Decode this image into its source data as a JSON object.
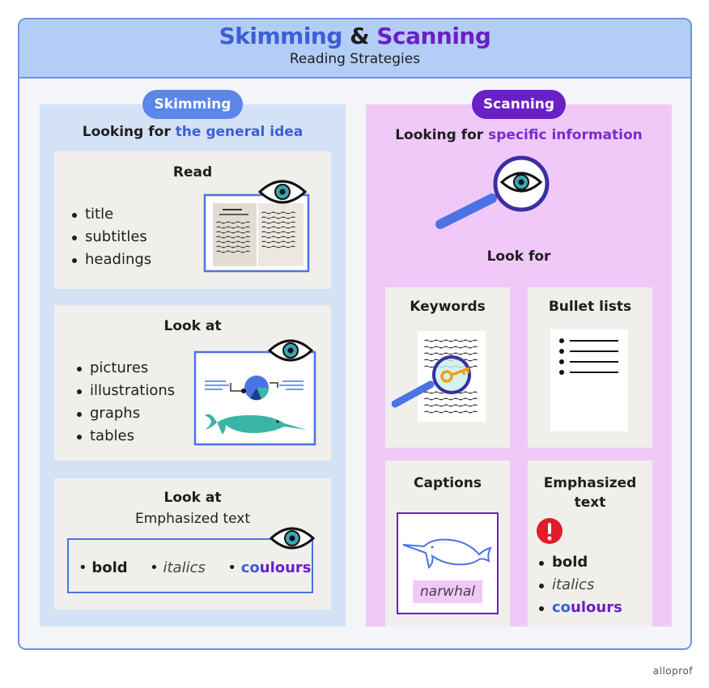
{
  "header": {
    "title_part1": "Skimming",
    "title_amp": "&",
    "title_part2": "Scanning",
    "subtitle": "Reading Strategies"
  },
  "skimming": {
    "pill": "Skimming",
    "subhead_prefix": "Looking for",
    "subhead_highlight": "the general idea",
    "read_card": {
      "title": "Read",
      "items": [
        "title",
        "subtitles",
        "headings"
      ]
    },
    "look_card": {
      "title": "Look at",
      "items": [
        "pictures",
        "illustrations",
        "graphs",
        "tables"
      ]
    },
    "emph_card": {
      "title": "Look at",
      "subtitle": "Emphasized text",
      "bold": "bold",
      "italics": "italics",
      "colours_a": "co",
      "colours_b": "ulours"
    }
  },
  "scanning": {
    "pill": "Scanning",
    "subhead_prefix": "Looking for",
    "subhead_highlight": "specific information",
    "look_for": "Look for",
    "keywords": "Keywords",
    "bullet_lists": "Bullet lists",
    "captions": "Captions",
    "caption_example": "narwhal",
    "emph_title_1": "Emphasized",
    "emph_title_2": "text",
    "bold": "bold",
    "italics": "italics",
    "colours_a": "co",
    "colours_b": "ulours"
  },
  "brand": "alloprof",
  "colors": {
    "blue_accent": "#3c5fd6",
    "purple_accent": "#6a1fc7",
    "header_bg": "#b4cdf7",
    "skimming_bg": "#d4e2f5",
    "scanning_bg": "#f0c9f9",
    "card_bg": "#f1efeb",
    "alert_red": "#e11d2a"
  },
  "icons": [
    "eye-icon",
    "magnifying-glass-icon",
    "open-book-icon",
    "chart-icon",
    "narwhal-icon",
    "key-icon",
    "alert-icon"
  ]
}
